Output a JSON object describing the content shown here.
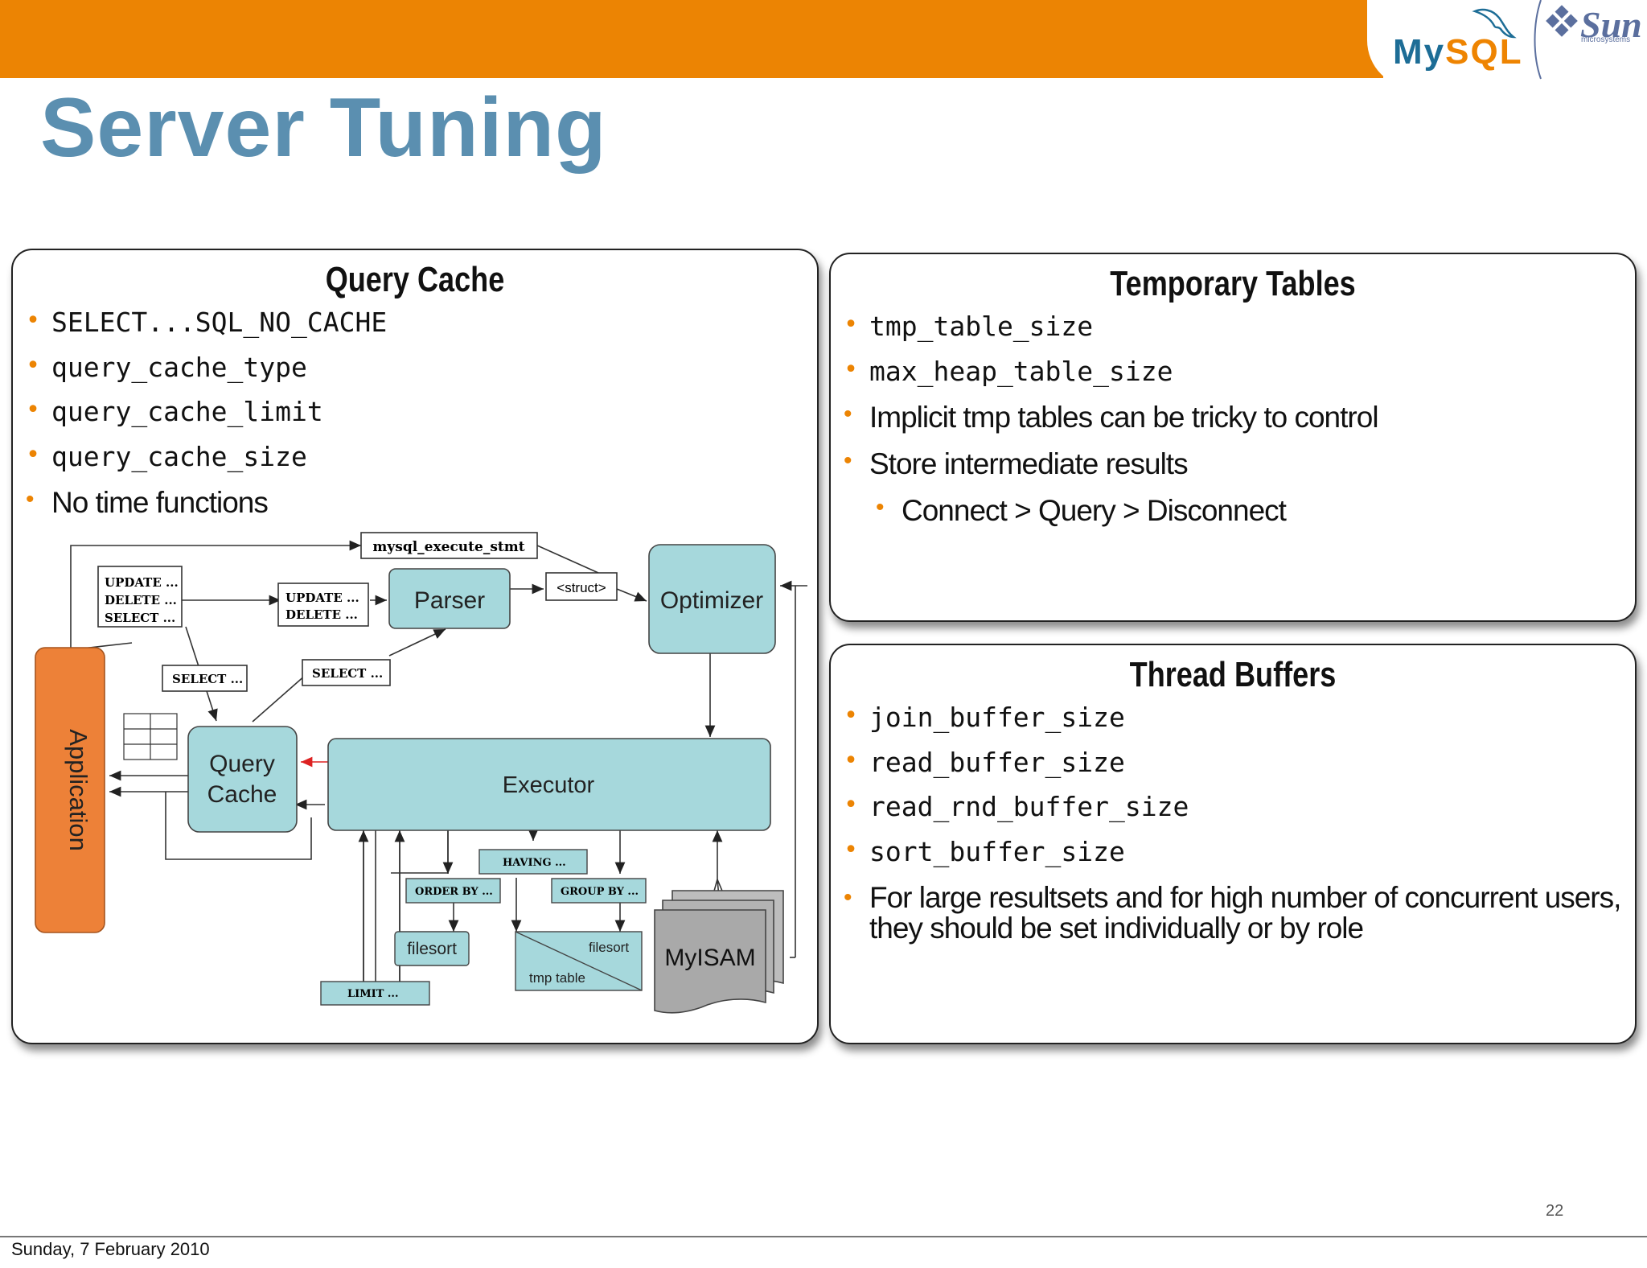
{
  "header": {
    "title": "Server Tuning",
    "logo_mysql_a": "My",
    "logo_mysql_b": "SQL",
    "logo_sun": "Sun",
    "logo_sun_sub": "microsystems",
    "bar_color": "#ec8403"
  },
  "query_cache": {
    "title": "Query Cache",
    "items": [
      "SELECT...SQL_NO_CACHE",
      "query_cache_type",
      "query_cache_limit",
      "query_cache_size",
      "No time functions"
    ]
  },
  "temporary_tables": {
    "title": "Temporary Tables",
    "items": [
      "tmp_table_size",
      "max_heap_table_size",
      "Implicit tmp tables can be tricky to control",
      "Store intermediate results"
    ],
    "sub_items": [
      "Connect > Query > Disconnect"
    ]
  },
  "thread_buffers": {
    "title": "Thread Buffers",
    "items": [
      "join_buffer_size",
      "read_buffer_size",
      "read_rnd_buffer_size",
      "sort_buffer_size",
      "For large resultsets and for high number of concurrent users,",
      "they should be set individually or by role"
    ]
  },
  "diagram": {
    "application": "Application",
    "parser": "Parser",
    "optimizer": "Optimizer",
    "query_cache_line1": "Query",
    "query_cache_line2": "Cache",
    "executor": "Executor",
    "myisam": "MyISAM",
    "filesort": "filesort",
    "filesort2": "filesort",
    "tmp_table": "tmp table",
    "struct": "<struct>",
    "mysql_execute_stmt": "mysql_execute_stmt",
    "update_delete_select_1": "UPDATE ...",
    "update_delete_select_2": "DELETE ...",
    "update_delete_select_3": "SELECT ...",
    "update_delete_1": "UPDATE ...",
    "update_delete_2": "DELETE ...",
    "select_left": "SELECT ...",
    "select_right": "SELECT ...",
    "having": "HAVING ...",
    "order_by": "ORDER BY ...",
    "group_by": "GROUP BY ...",
    "limit": "LIMIT ..."
  },
  "footer": {
    "date": "Sunday, 7 February 2010",
    "page": "22"
  }
}
